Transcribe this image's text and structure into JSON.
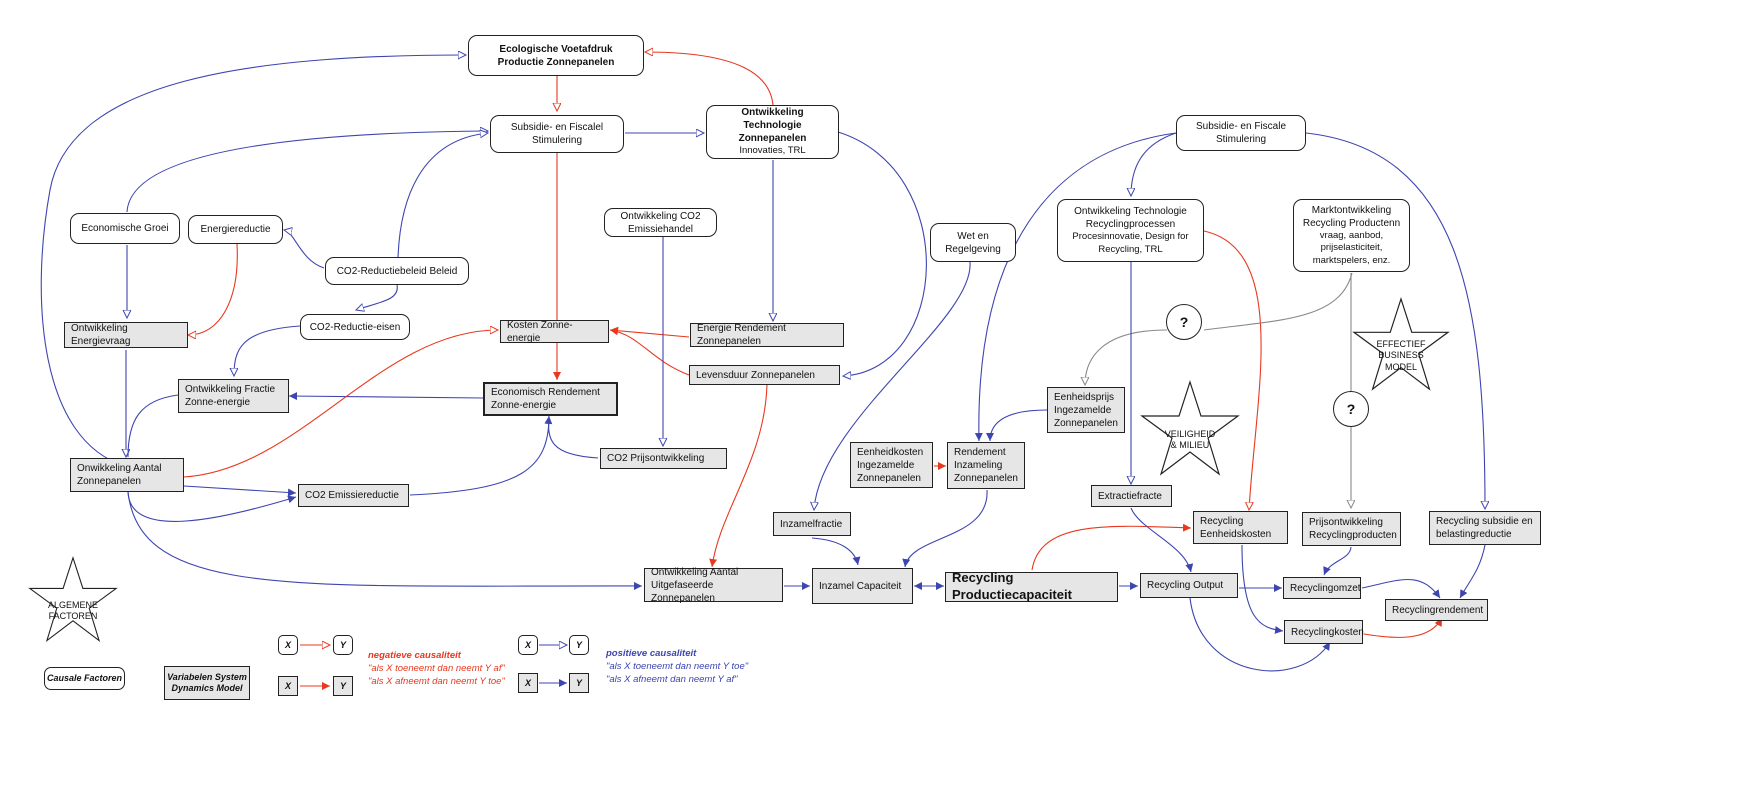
{
  "colors": {
    "positive": "#3d45b0",
    "negative": "#e8381f",
    "neutral": "#888888",
    "fill_var": "#e6e6e6"
  },
  "nodes": {
    "ecologische": {
      "title": "Ecologische Voetafdruk Productie Zonnepanelen"
    },
    "subsidie_left": {
      "title": "Subsidie- en Fiscalel Stimulering"
    },
    "ontw_tech": {
      "title": "Ontwikkeling Technologie Zonnepanelen",
      "sub": "Innovaties, TRL"
    },
    "econ_groei": {
      "title": "Economische Groei"
    },
    "energiereductie": {
      "title": "Energiereductie"
    },
    "co2_beleid": {
      "title": "CO2-Reductiebeleid Beleid"
    },
    "co2_eisen": {
      "title": "CO2-Reductie-eisen"
    },
    "co2_emissiehandel": {
      "title": "Ontwikkeling CO2 Emissiehandel"
    },
    "ontw_energievraag": {
      "title": "Ontwikkeling Energievraag"
    },
    "kosten_zon": {
      "title": "Kosten Zonne-energie"
    },
    "energie_rendement": {
      "title": "Energie Rendement Zonnepanelen"
    },
    "ontw_fractie": {
      "title": "Ontwikkeling Fractie Zonne-energie"
    },
    "econ_rendement": {
      "title": "Economisch Rendement Zonne-energie"
    },
    "levensduur": {
      "title": "Levensduur Zonnepanelen"
    },
    "co2_prijs": {
      "title": "CO2 Prijsontwikkeling"
    },
    "ontw_aantal": {
      "title": "Onwikkeling Aantal Zonnepanelen"
    },
    "co2_emissiereductie": {
      "title": "CO2 Emissiereductie"
    },
    "uitgefaseerd": {
      "title": "Ontwikkeling Aantal Uitgefaseerde Zonnepanelen"
    },
    "inzamel_cap": {
      "title": "Inzamel Capaciteit"
    },
    "recycling_prod": {
      "title": "Recycling Productiecapaciteit"
    },
    "recycling_output": {
      "title": "Recycling Output"
    },
    "recyclingomzet": {
      "title": "Recyclingomzet"
    },
    "recyclingkosten": {
      "title": "Recyclingkosten"
    },
    "recyclingrendement": {
      "title": "Recyclingrendement"
    },
    "wet": {
      "title": "Wet en Regelgeving"
    },
    "inzamelfractie": {
      "title": "Inzamelfractie"
    },
    "eenheidskosten": {
      "title": "Eenheidkosten Ingezamelde Zonnepanelen"
    },
    "rendement_inzameling": {
      "title": "Rendement Inzameling Zonnepanelen"
    },
    "eenheidsprijs": {
      "title": "Eenheidsprijs Ingezamelde Zonnepanelen"
    },
    "subsidie_right": {
      "title": "Subsidie- en Fiscale Stimulering"
    },
    "ontw_tech_recycling": {
      "title": "Ontwikkeling Technologie Recyclingprocessen",
      "sub": "Procesinnovatie, Design for Recycling, TRL"
    },
    "markt": {
      "title": "Marktontwikkeling Recycling Productenn",
      "sub": "vraag, aanbod, prijselasticiteit, marktspelers, enz."
    },
    "extractiefractie": {
      "title": "Extractiefracte"
    },
    "recycling_eenheidskosten": {
      "title": "Recycling Eenheidskosten"
    },
    "prijsontw": {
      "title": "Prijsontwikkeling Recyclingproducten"
    },
    "recycling_subsidie": {
      "title": "Recycling subsidie en belastingreductie"
    }
  },
  "question_mark": "?",
  "stars": {
    "algemene": [
      "ALGEMENE",
      "FACTOREN"
    ],
    "veiligheid": [
      "VEILIGHEID",
      "& MILIEU"
    ],
    "effectief": [
      "EFFECTIEF",
      "BUSINESS",
      "MODEL"
    ]
  },
  "legend": {
    "x": "X",
    "y": "Y",
    "causale_factoren": "Causale Factoren",
    "variabelen": "Variabelen System Dynamics Model",
    "negatief": {
      "title": "negatieve causaliteit",
      "line1": "\"als X toeneemt dan neemt Y af\"",
      "line2": "\"als X afneemt dan neemt Y toe\""
    },
    "positief": {
      "title": "positieve causaliteit",
      "line1": "\"als X toeneemt dan neemt Y toe\"",
      "line2": "\"als X afneemt dan neemt Y af\""
    }
  }
}
